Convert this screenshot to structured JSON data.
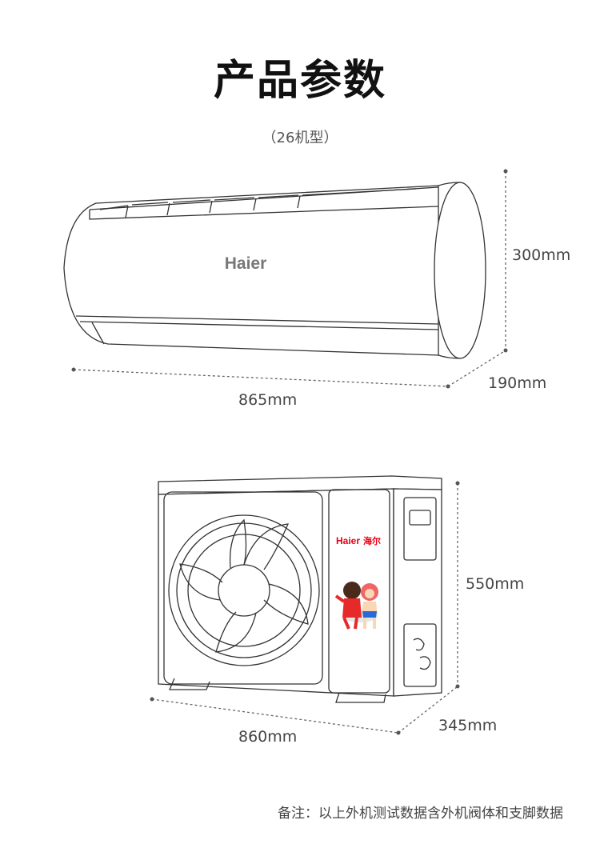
{
  "header": {
    "title": "产品参数",
    "subtitle": "（26机型）"
  },
  "indoor_unit": {
    "brand_label": "Haier",
    "height_label": "300mm",
    "depth_label": "190mm",
    "width_label": "865mm"
  },
  "outdoor_unit": {
    "brand_label": "Haier",
    "brand_label_cn": "海尔",
    "height_label": "550mm",
    "depth_label": "345mm",
    "width_label": "860mm"
  },
  "footer": {
    "note": "备注：以上外机测试数据含外机阀体和支脚数据"
  },
  "colors": {
    "line": "#333333",
    "dash": "#666666",
    "brand_red": "#e60012"
  }
}
